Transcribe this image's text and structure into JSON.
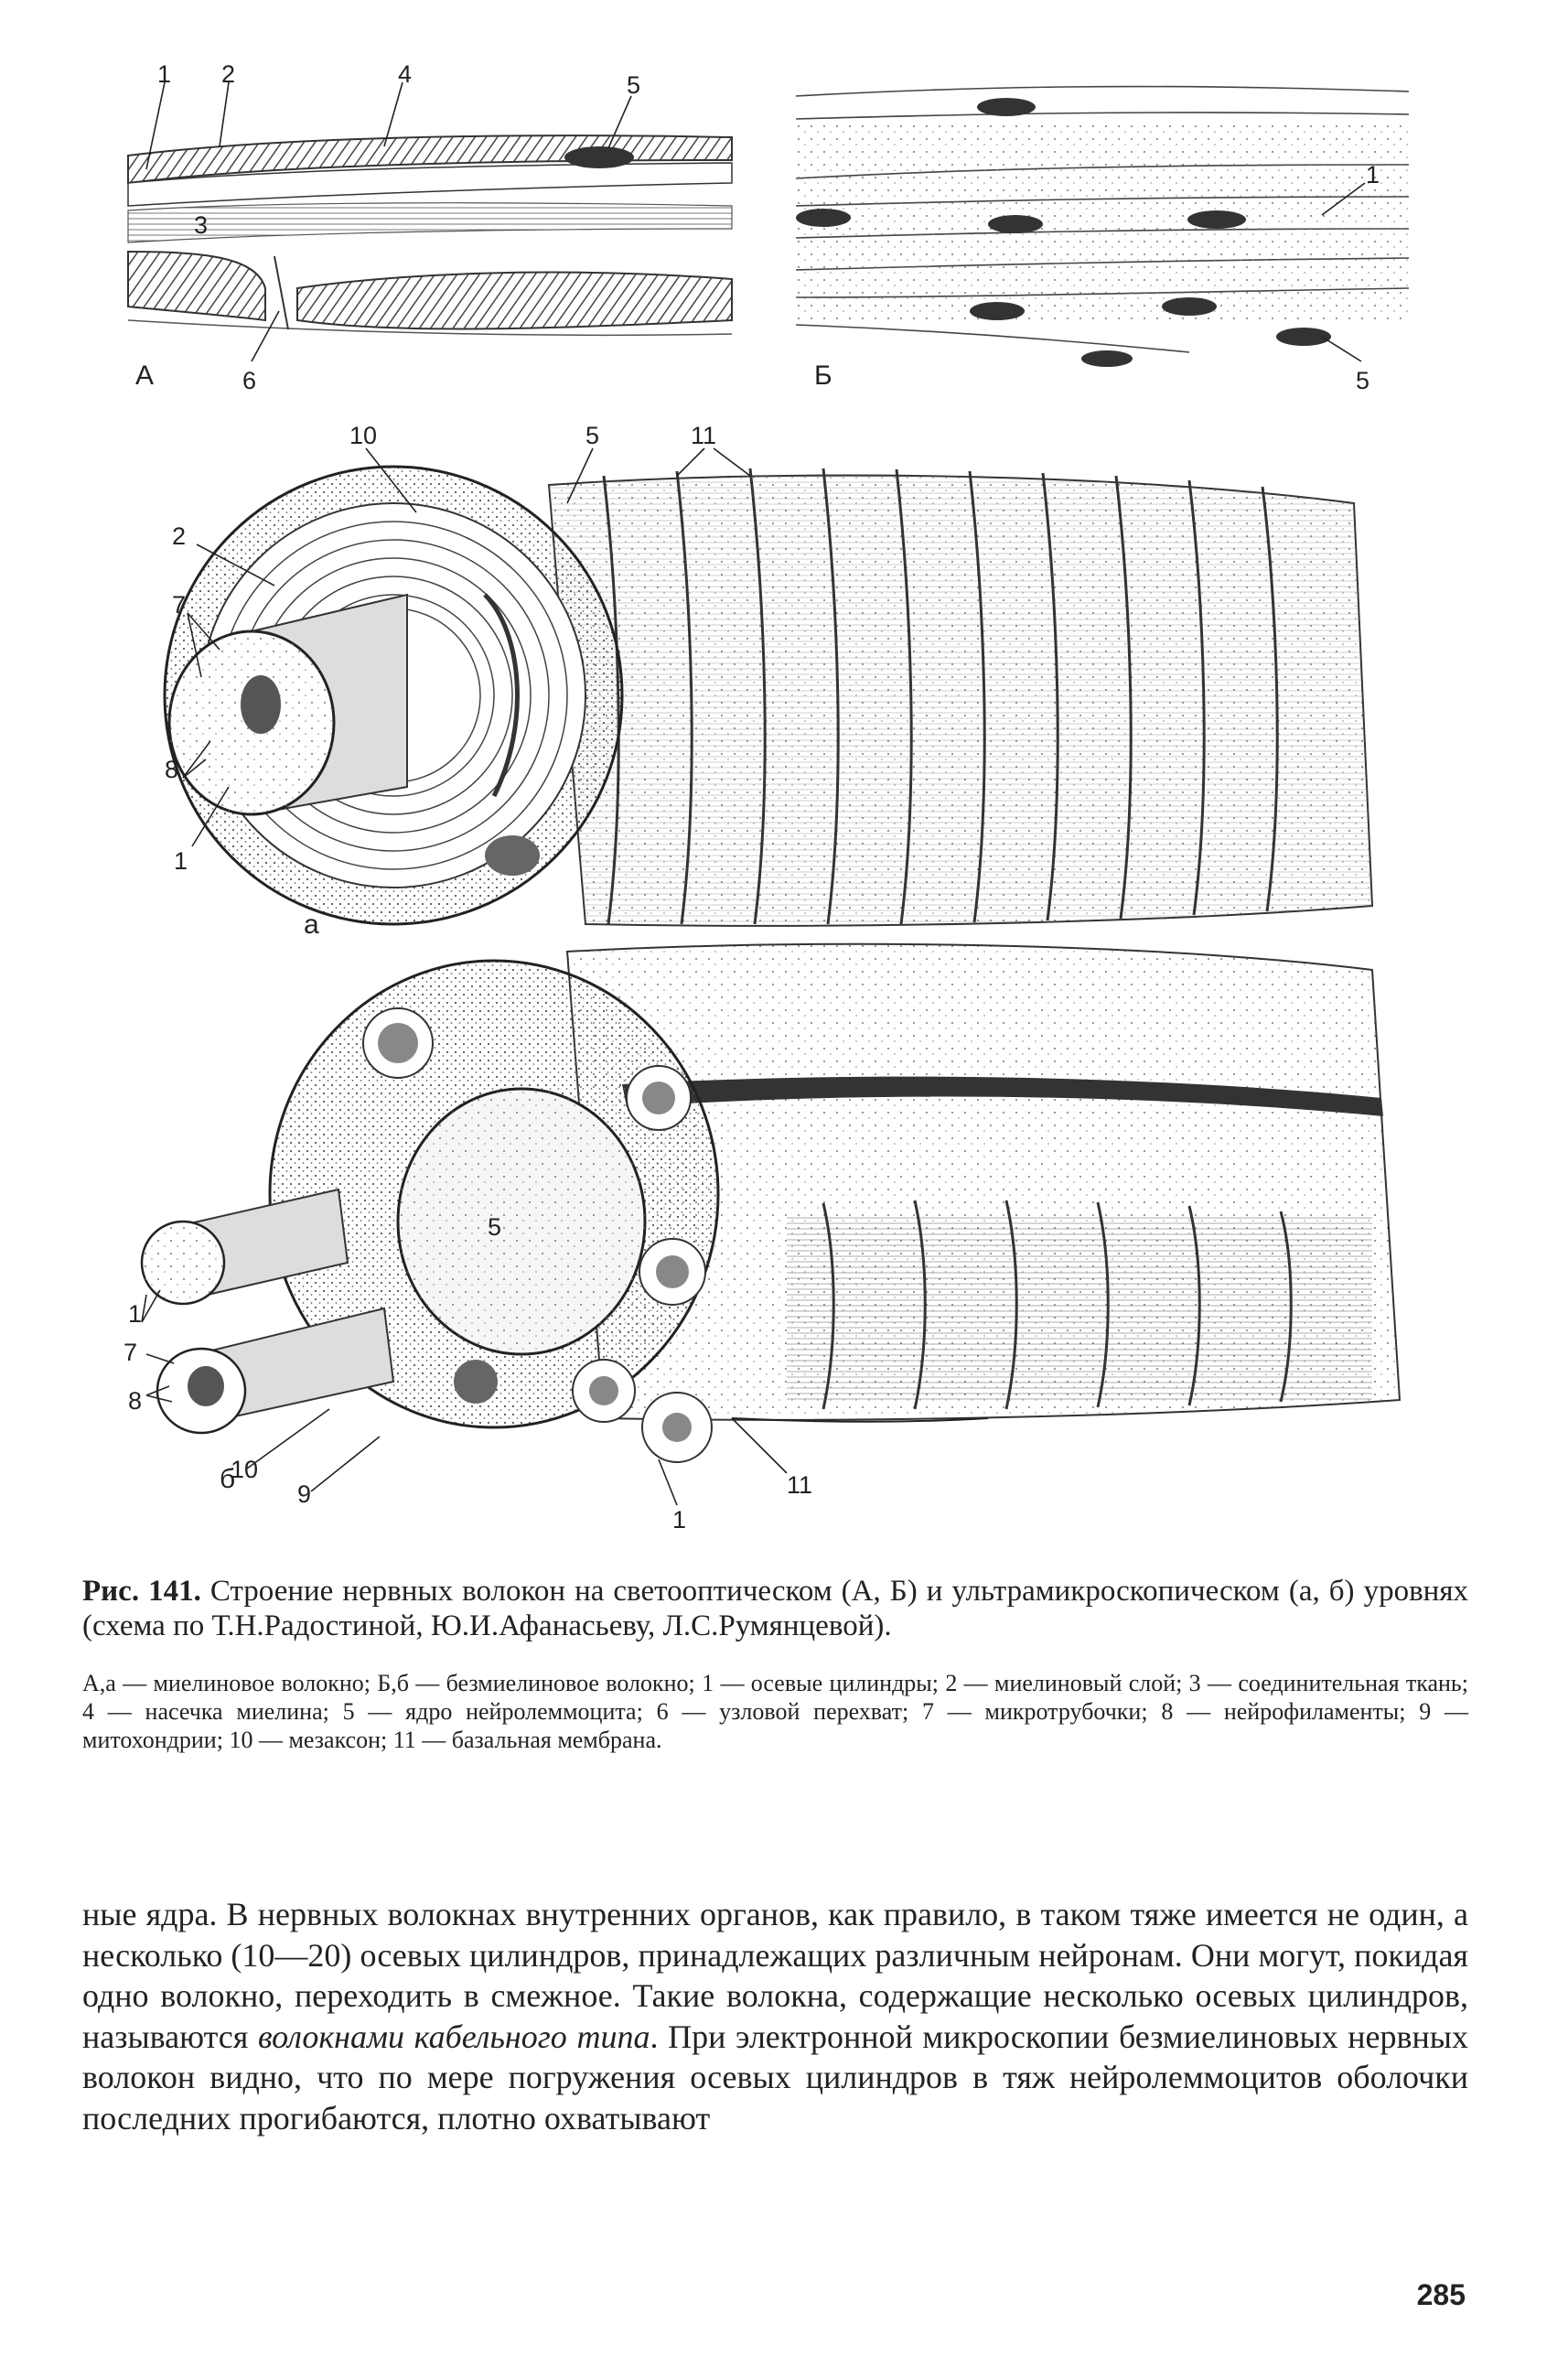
{
  "figure": {
    "panel_labels": {
      "A": "А",
      "B": "Б",
      "a": "а",
      "b": "б"
    },
    "callouts": {
      "A": [
        "1",
        "2",
        "4",
        "5",
        "3",
        "6"
      ],
      "B": [
        "1",
        "5"
      ],
      "a": [
        "10",
        "5",
        "11",
        "2",
        "7",
        "8",
        "1"
      ],
      "b": [
        "5",
        "1",
        "7",
        "8",
        "10",
        "9",
        "1",
        "11"
      ]
    }
  },
  "caption": {
    "number": "Рис. 141.",
    "title": "Строение нервных волокон на светооптическом (А, Б) и ультрамикроскопическом (а, б) уровнях (схема по Т.Н.Радостиной, Ю.И.Афанасьеву, Л.С.Румянцевой).",
    "legend": "А,а — миелиновое волокно; Б,б — безмиелиновое волокно; 1 — осевые цилиндры; 2 — миелиновый слой; 3 — соединительная ткань; 4 — насечка миелина; 5 — ядро нейролеммоцита; 6 — узловой перехват; 7 — микротрубочки; 8 — нейрофиламенты; 9 — митохондрии; 10 — мезаксон; 11 — базальная мембрана."
  },
  "body": {
    "part1": "ные ядра. В нервных волокнах внутренних органов, как правило, в таком тяже имеется не один, а несколько (10—20) осевых цилиндров, принадлежащих различным нейронам. Они могут, покидая одно волокно, переходить в смежное. Такие волокна, содержащие несколько осевых цилиндров, называются ",
    "italic": "волокнами кабельного типа",
    "part2": ". При электронной микроскопии безмиелиновых нервных волокон видно, что по мере погружения осевых цилиндров в тяж нейролеммоцитов оболочки последних прогибаются, плотно охватывают"
  },
  "page_number": "285"
}
